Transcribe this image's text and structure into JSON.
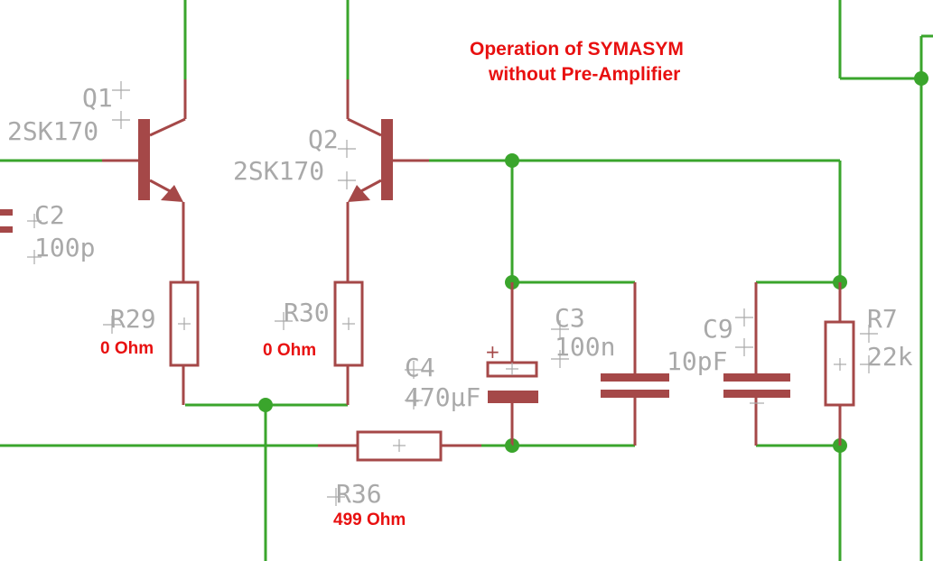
{
  "title": {
    "line1": "Operation of SYMASYM",
    "line2": "without Pre-Amplifier"
  },
  "components": {
    "q1": {
      "ref": "Q1",
      "value": "2SK170"
    },
    "q2": {
      "ref": "Q2",
      "value": "2SK170"
    },
    "c2": {
      "ref": "C2",
      "value": "100p"
    },
    "r29": {
      "ref": "R29",
      "note": "0 Ohm"
    },
    "r30": {
      "ref": "R30",
      "note": "0 Ohm"
    },
    "c4": {
      "ref": "C4",
      "value": "470µF",
      "polarity": "+"
    },
    "c3": {
      "ref": "C3",
      "value": "100n"
    },
    "c9": {
      "ref": "C9",
      "value": "10pF"
    },
    "r7": {
      "ref": "R7",
      "value": "22k"
    },
    "r36": {
      "ref": "R36",
      "note": "499 Ohm"
    }
  },
  "colors": {
    "wire": "#3aa52c",
    "part": "#a54848",
    "label": "#a9a9a9",
    "annotation": "#e81010"
  }
}
